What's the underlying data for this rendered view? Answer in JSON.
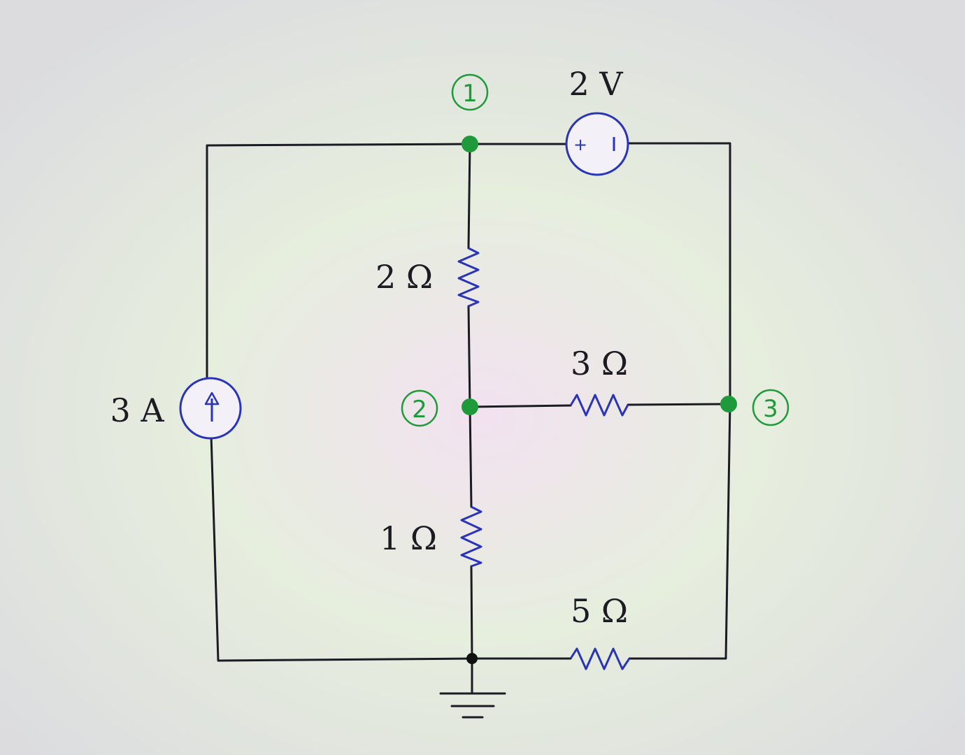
{
  "nodes": {
    "node1": "1",
    "node2": "2",
    "node3": "3"
  },
  "components": {
    "current_source": {
      "value": "3 A"
    },
    "voltage_source": {
      "value": "2 V",
      "plus_sign": "+"
    },
    "r_top": {
      "value": "2 Ω"
    },
    "r_mid": {
      "value": "3 Ω"
    },
    "r_low": {
      "value": "1 Ω"
    },
    "r_bottom": {
      "value": "5 Ω"
    }
  },
  "colors": {
    "component": "#2a34b8",
    "node_marker": "#1f9a3a",
    "wire": "#1b1b24"
  }
}
